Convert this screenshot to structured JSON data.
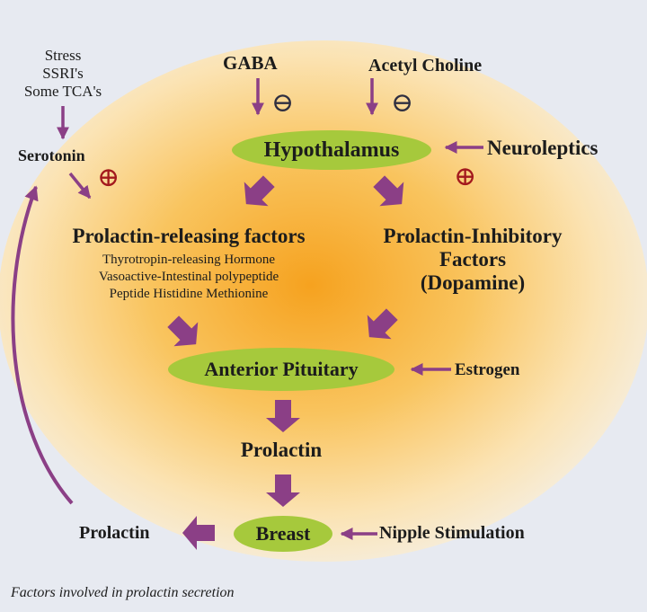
{
  "diagram": {
    "stress_factors": [
      "Stress",
      "SSRI's",
      "Some TCA's"
    ],
    "serotonin": "Serotonin",
    "gaba": "GABA",
    "acetyl_choline": "Acetyl Choline",
    "hypothalamus": "Hypothalamus",
    "neuroleptics": "Neuroleptics",
    "releasing_factors": {
      "title": "Prolactin-releasing factors",
      "items": [
        "Thyrotropin-releasing Hormone",
        "Vasoactive-Intestinal polypeptide",
        "Peptide Histidine Methionine"
      ]
    },
    "inhibitory_factors": [
      "Prolactin-Inhibitory",
      "Factors",
      "(Dopamine)"
    ],
    "anterior_pituitary": "Anterior Pituitary",
    "estrogen": "Estrogen",
    "prolactin": "Prolactin",
    "breast": "Breast",
    "nipple_stimulation": "Nipple Stimulation",
    "prolactin_out": "Prolactin",
    "stimulatory_symbol": "⊕",
    "inhibitory_symbol": "⊖"
  },
  "colors": {
    "arrow": "#8b3f86",
    "pill": "#a6c93c",
    "plus": "#a3191d",
    "minus": "#2e2e40",
    "glow_center": "#f6a21f"
  },
  "caption": "Factors involved in prolactin secretion"
}
